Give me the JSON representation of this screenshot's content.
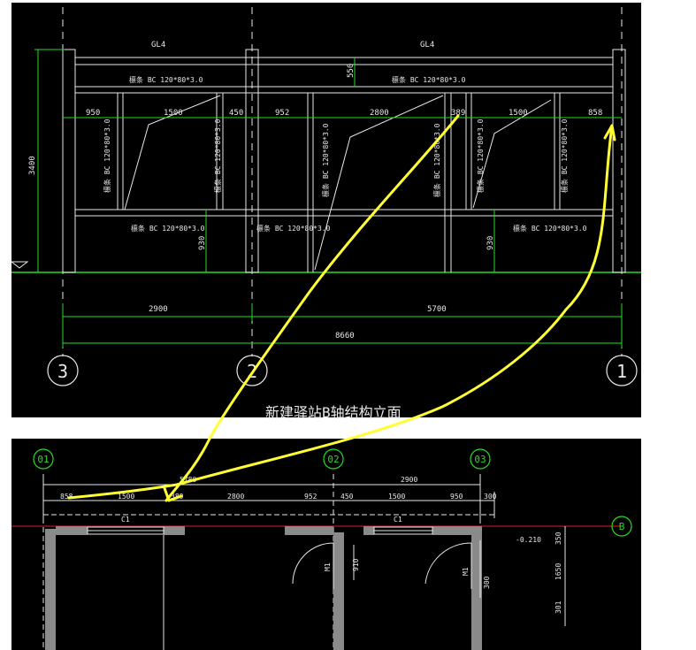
{
  "elevation": {
    "title": "新建驿站B轴结构立面",
    "beams": {
      "left_gl": "GL4",
      "right_gl": "GL4"
    },
    "members": {
      "top_left": "檩条 BC 120*80*3.0",
      "top_right": "檩条 BC 120*80*3.0",
      "mid_left": "檩条 BC 120*80*3.0",
      "mid_center": "檩条 BC 120*80*3.0",
      "mid_right": "檩条 BC 120*80*3.0",
      "vertical": "檩条 BC 120*80*3.0"
    },
    "dims": {
      "d950": "950",
      "d1500a": "1500",
      "d450": "450",
      "d952": "952",
      "d2800": "2800",
      "d389": "389",
      "d1500b": "1500",
      "d858": "858",
      "d550": "550",
      "d3400": "3400",
      "d930a": "930",
      "d930b": "930",
      "d2900": "2900",
      "d5700": "5700",
      "d8660": "8660"
    },
    "axes": [
      "3",
      "2",
      "1"
    ]
  },
  "plan": {
    "axes": [
      "01",
      "02",
      "03",
      "B"
    ],
    "dims": {
      "d2900top": "2900",
      "d5780": "5780",
      "d858": "858",
      "d1500a": "1500",
      "d389": "389",
      "d2800": "2800",
      "d952": "952",
      "d450": "450",
      "d1500b": "1500",
      "d950": "950",
      "d300a": "300",
      "d910": "910",
      "d300b": "300",
      "d350": "350",
      "d1650": "1650",
      "d301": "301"
    },
    "labels": {
      "window_left": "C1",
      "window_right": "C1",
      "door_left": "M1",
      "door_right": "M1",
      "level": "-0.210"
    }
  },
  "colors": {
    "background": "#000000",
    "line": "#e8e8e8",
    "dim": "#22dd22",
    "annot": "#ffff33",
    "wall": "#9a9a9a",
    "red": "#e02020",
    "cyan": "#2ad4d4"
  }
}
